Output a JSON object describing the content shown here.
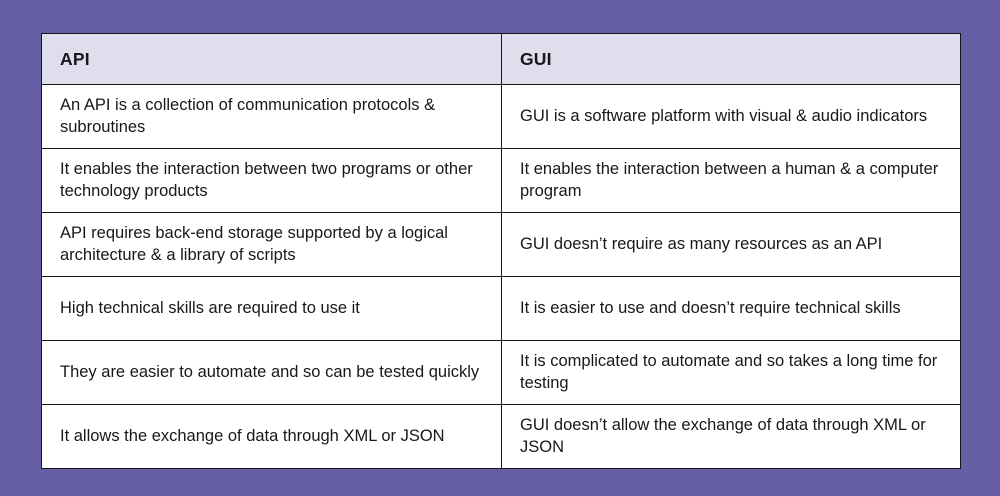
{
  "background_color": "#665FA6",
  "table": {
    "header_background": "#DEDEEC",
    "border_color": "#15161A",
    "text_color": "#17181C",
    "columns": [
      {
        "key": "api",
        "label": "API"
      },
      {
        "key": "gui",
        "label": "GUI"
      }
    ],
    "rows": [
      {
        "api": "An API is a collection of communication protocols & subroutines",
        "gui": "GUI is a software platform with visual & audio indicators"
      },
      {
        "api": "It enables the interaction between two programs or other technology products",
        "gui": "It enables the interaction between a human & a computer program"
      },
      {
        "api": "API requires back-end storage supported by a logical architecture & a library of scripts",
        "gui": "GUI doesn’t require as many resources as an API"
      },
      {
        "api": "High technical skills are required to use it",
        "gui": "It is easier to use and doesn’t require technical skills"
      },
      {
        "api": "They are easier to automate and so can be tested quickly",
        "gui": "It is complicated to automate and so takes a long time for testing"
      },
      {
        "api": "It allows the exchange of data through XML or JSON",
        "gui": "GUI doesn’t allow the exchange of data through XML or JSON"
      }
    ]
  }
}
